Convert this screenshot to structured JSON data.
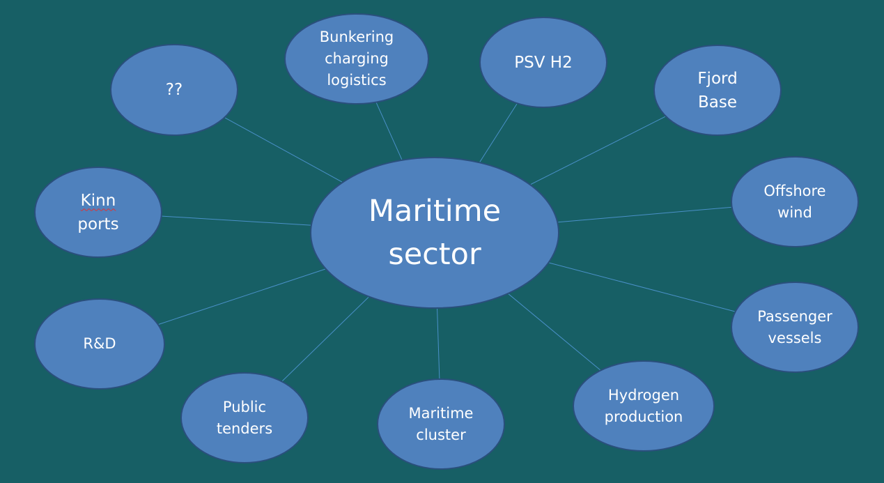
{
  "diagram": {
    "colors": {
      "background": "#175f65",
      "node_fill": "#4f81bd",
      "node_stroke": "#2a4f7c",
      "connector": "#4a90c8",
      "text": "#ffffff"
    },
    "center": {
      "label": "Maritime\nsector"
    },
    "nodes": [
      {
        "id": "unknown",
        "label": "??"
      },
      {
        "id": "bunkering",
        "label": "Bunkering\ncharging\nlogistics"
      },
      {
        "id": "psv-h2",
        "label": "PSV H2"
      },
      {
        "id": "fjord-base",
        "label": "Fjord\nBase"
      },
      {
        "id": "offshore-wind",
        "label": "Offshore\nwind"
      },
      {
        "id": "passenger-vessels",
        "label": "Passenger\nvessels"
      },
      {
        "id": "hydrogen-production",
        "label": "Hydrogen\nproduction"
      },
      {
        "id": "maritime-cluster",
        "label": "Maritime\ncluster"
      },
      {
        "id": "public-tenders",
        "label": "Public\ntenders"
      },
      {
        "id": "r-and-d",
        "label": "R&D"
      },
      {
        "id": "kinn-ports",
        "label": "Kinn\nports"
      }
    ]
  }
}
